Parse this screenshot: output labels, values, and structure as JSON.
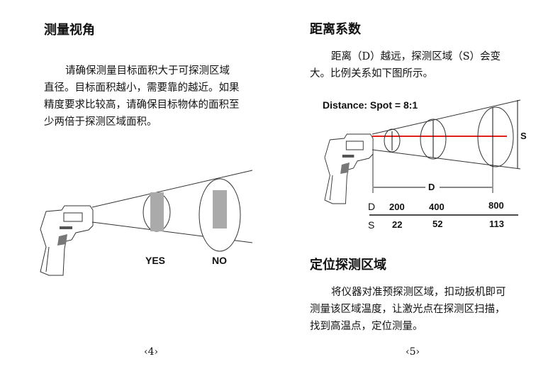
{
  "left_page": {
    "title": "测量视角",
    "paragraph_lines": [
      "请确保测量目标面积大于可探测区域",
      "直径。目标面积越小，需要靠的越近。如果",
      "精度要求比较高，请确保目标物体的面积至",
      "少两倍于探测区域面积。"
    ],
    "yes_label": "YES",
    "no_label": "NO",
    "page_number": "‹4›"
  },
  "right_page": {
    "title": "距离系数",
    "paragraph_lines": [
      "距离（D）越远，探测区域（S）会变",
      "大。比例关系如下图所示。"
    ],
    "diagram": {
      "ratio_label": "Distance: Spot = 8:1",
      "s_label": "S",
      "d_label": "D",
      "laser_color": "#e02020"
    },
    "table": {
      "row_labels": [
        "D",
        "S"
      ],
      "D": [
        "200",
        "400",
        "800"
      ],
      "S": [
        "22",
        "52",
        "113"
      ]
    },
    "section2_title": "定位探测区域",
    "section2_lines": [
      "将仪器对准预探测区域，扣动扳机即可",
      "测量该区域温度，让激光点在探测区扫描，",
      "找到高温点，定位测量。"
    ],
    "page_number": "‹5›"
  }
}
